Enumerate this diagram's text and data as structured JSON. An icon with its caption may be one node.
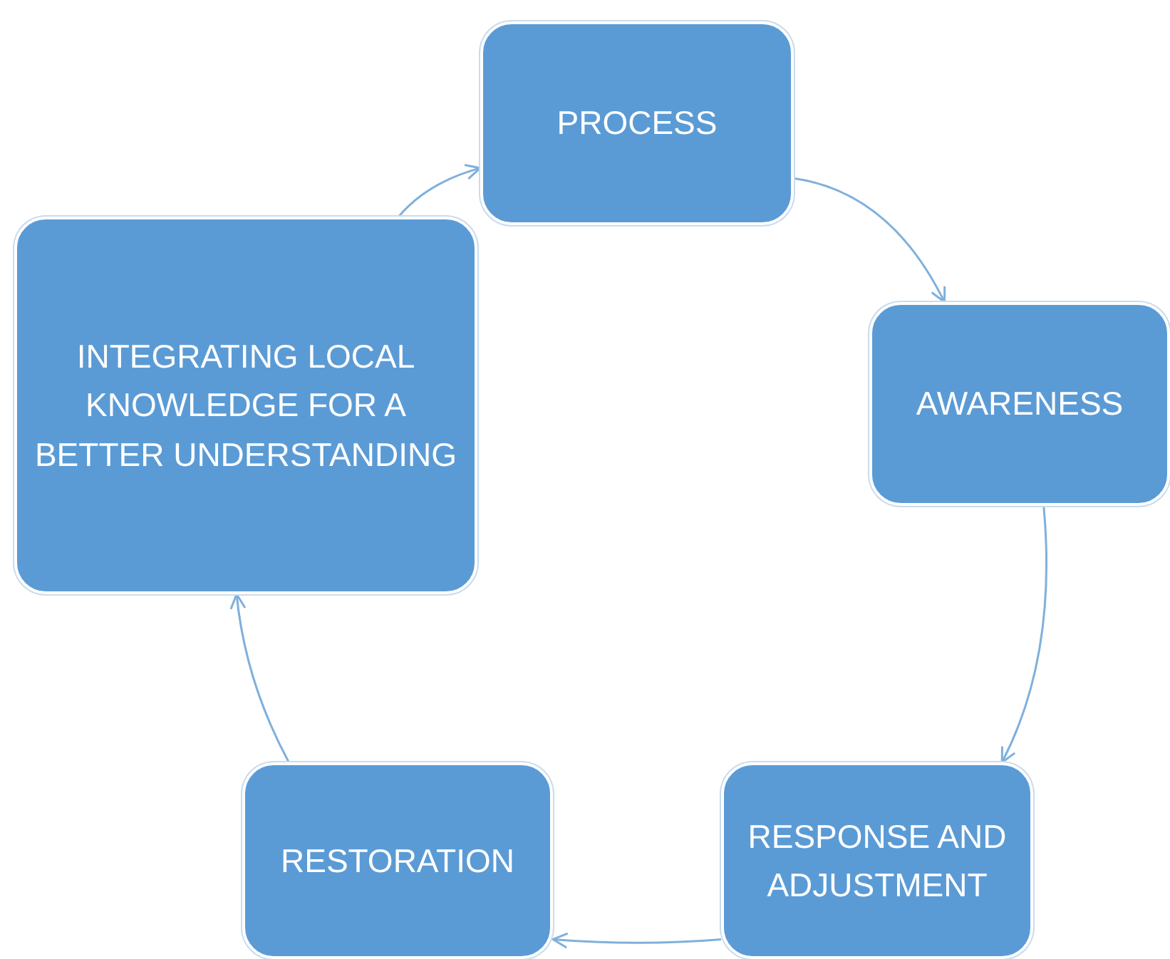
{
  "diagram": {
    "nodes": [
      {
        "text": [
          "PROCESS"
        ]
      },
      {
        "text": [
          "AWARENESS"
        ]
      },
      {
        "text": [
          "RESPONSE AND ADJUSTMENT"
        ]
      },
      {
        "text": [
          "RESTORATION"
        ]
      },
      {
        "text": [
          "INTEGRATING LOCAL KNOWLEDGE FOR A BETTER UNDERSTANDING"
        ]
      }
    ],
    "edges": [
      {
        "from": 0,
        "to": 1,
        "arrow": "to"
      },
      {
        "from": 1,
        "to": 2,
        "arrow": "to"
      },
      {
        "from": 2,
        "to": 3,
        "arrow": "to"
      },
      {
        "from": 3,
        "to": 4,
        "arrow": "to"
      },
      {
        "from": 4,
        "to": 0,
        "arrow": "to"
      }
    ]
  }
}
